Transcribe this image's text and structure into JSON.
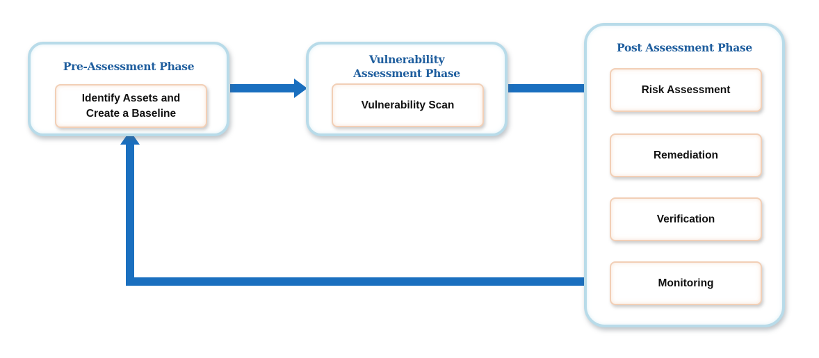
{
  "phases": {
    "pre": {
      "title": "Pre-Assessment Phase",
      "steps": [
        "Identify Assets and Create a Baseline"
      ]
    },
    "vulnerability": {
      "title_line1": "Vulnerability",
      "title_line2": "Assessment Phase",
      "steps": [
        "Vulnerability Scan"
      ]
    },
    "post": {
      "title": "Post Assessment Phase",
      "steps": [
        "Risk Assessment",
        "Remediation",
        "Verification",
        "Monitoring"
      ]
    }
  },
  "pre_step_lines": [
    "Identify Assets and",
    "Create a Baseline"
  ],
  "colors": {
    "arrow": "#1a6fbf",
    "title": "#1f5e9e",
    "phase_border": "#b8dbe9",
    "step_border": "#f2cfb6"
  }
}
